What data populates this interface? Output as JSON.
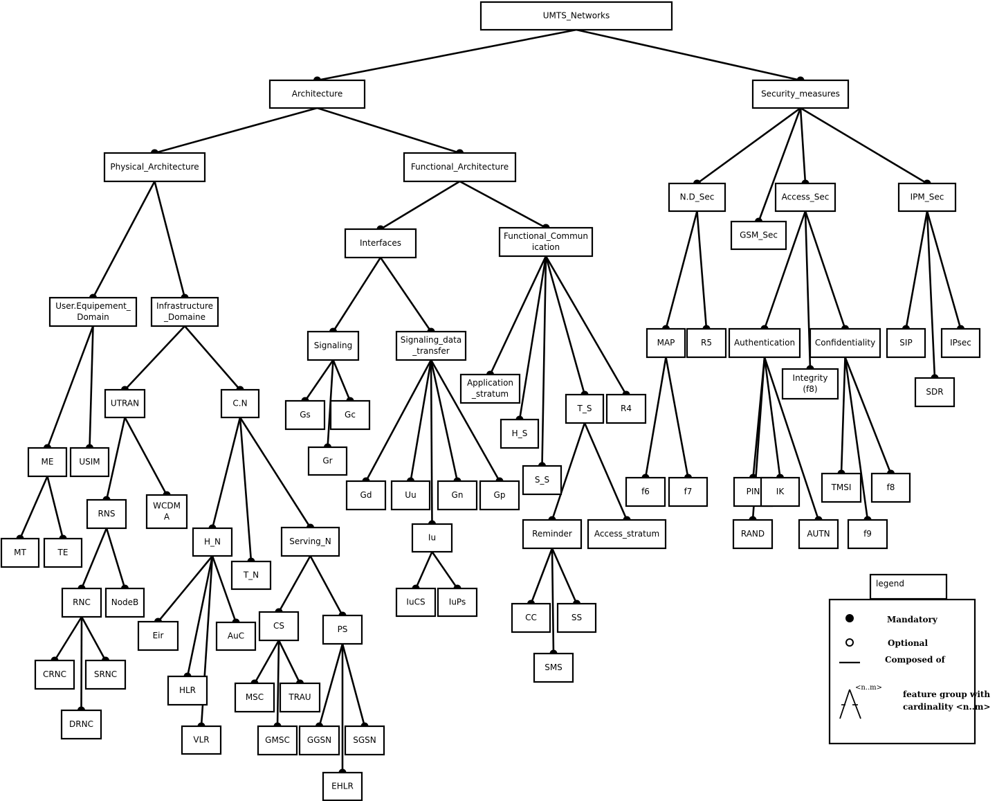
{
  "nodes": {
    "UMTS_Networks": "UMTS_Networks",
    "Architecture": "Architecture",
    "Security_measures": "Security_measures",
    "Physical_Architecture": "Physical_Architecture",
    "Functional_Architecture": "Functional_Architecture",
    "User_Equipement_Domain": [
      "User.Equipement_",
      "Domain"
    ],
    "Infrastructure_Domaine": [
      "Infrastructure",
      "_Domaine"
    ],
    "UTRAN": "UTRAN",
    "C_N": "C.N",
    "ME": "ME",
    "USIM": "USIM",
    "MT": "MT",
    "TE": "TE",
    "RNS": "RNS",
    "WCDMA": [
      "WCDM",
      "A"
    ],
    "RNC": "RNC",
    "NodeB": "NodeB",
    "CRNC": "CRNC",
    "SRNC": "SRNC",
    "DRNC": "DRNC",
    "H_N": "H_N",
    "T_N": "T_N",
    "Serving_N": "Serving_N",
    "Eir": "Eir",
    "HLR": "HLR",
    "VLR": "VLR",
    "AuC": "AuC",
    "CS": "CS",
    "PS": "PS",
    "MSC": "MSC",
    "TRAU": "TRAU",
    "GMSC": "GMSC",
    "GGSN": "GGSN",
    "SGSN": "SGSN",
    "EHLR": "EHLR",
    "Interfaces": "Interfaces",
    "Functional_Communication": [
      "Functional_Commun",
      "ication"
    ],
    "Signaling": "Signaling",
    "Signaling_data_transfer": [
      "Signaling_data",
      "_transfer"
    ],
    "Gs": "Gs",
    "Gc": "Gc",
    "Gr": "Gr",
    "Gd": "Gd",
    "Uu": "Uu",
    "Gn": "Gn",
    "Gp": "Gp",
    "Iu": "Iu",
    "IuCS": "IuCS",
    "IuPs": "IuPs",
    "Application_stratum": [
      "Application",
      "_stratum"
    ],
    "H_S": "H_S",
    "S_S": "S_S",
    "T_S": "T_S",
    "R4": "R4",
    "Reminder": "Reminder",
    "Access_stratum": "Access_stratum",
    "CC": "CC",
    "SS": "SS",
    "SMS": "SMS",
    "N_D_Sec": "N.D_Sec",
    "GSM_Sec": "GSM_Sec",
    "Access_Sec": "Access_Sec",
    "IPM_Sec": "IPM_Sec",
    "MAP": "MAP",
    "R5": "R5",
    "f6": "f6",
    "f7": "f7",
    "Authentication": "Authentication",
    "Integrity_f8": [
      "Integrity",
      "(f8)"
    ],
    "Confidentiality": "Confidentiality",
    "PIN": "PIN",
    "IK": "IK",
    "RAND": "RAND",
    "AUTN": "AUTN",
    "TMSI": "TMSI",
    "f8": "f8",
    "f9": "f9",
    "SIP": "SIP",
    "IPsec": "IPsec",
    "SDR": "SDR"
  },
  "legend": {
    "title": "legend",
    "mandatory": "Mandatory",
    "optional": "Optional",
    "composed_of": "Composed of",
    "cardinality_marker": "<n..m>",
    "feature_group_line1": "feature group with",
    "feature_group_line2": "cardinality <n..m>"
  }
}
